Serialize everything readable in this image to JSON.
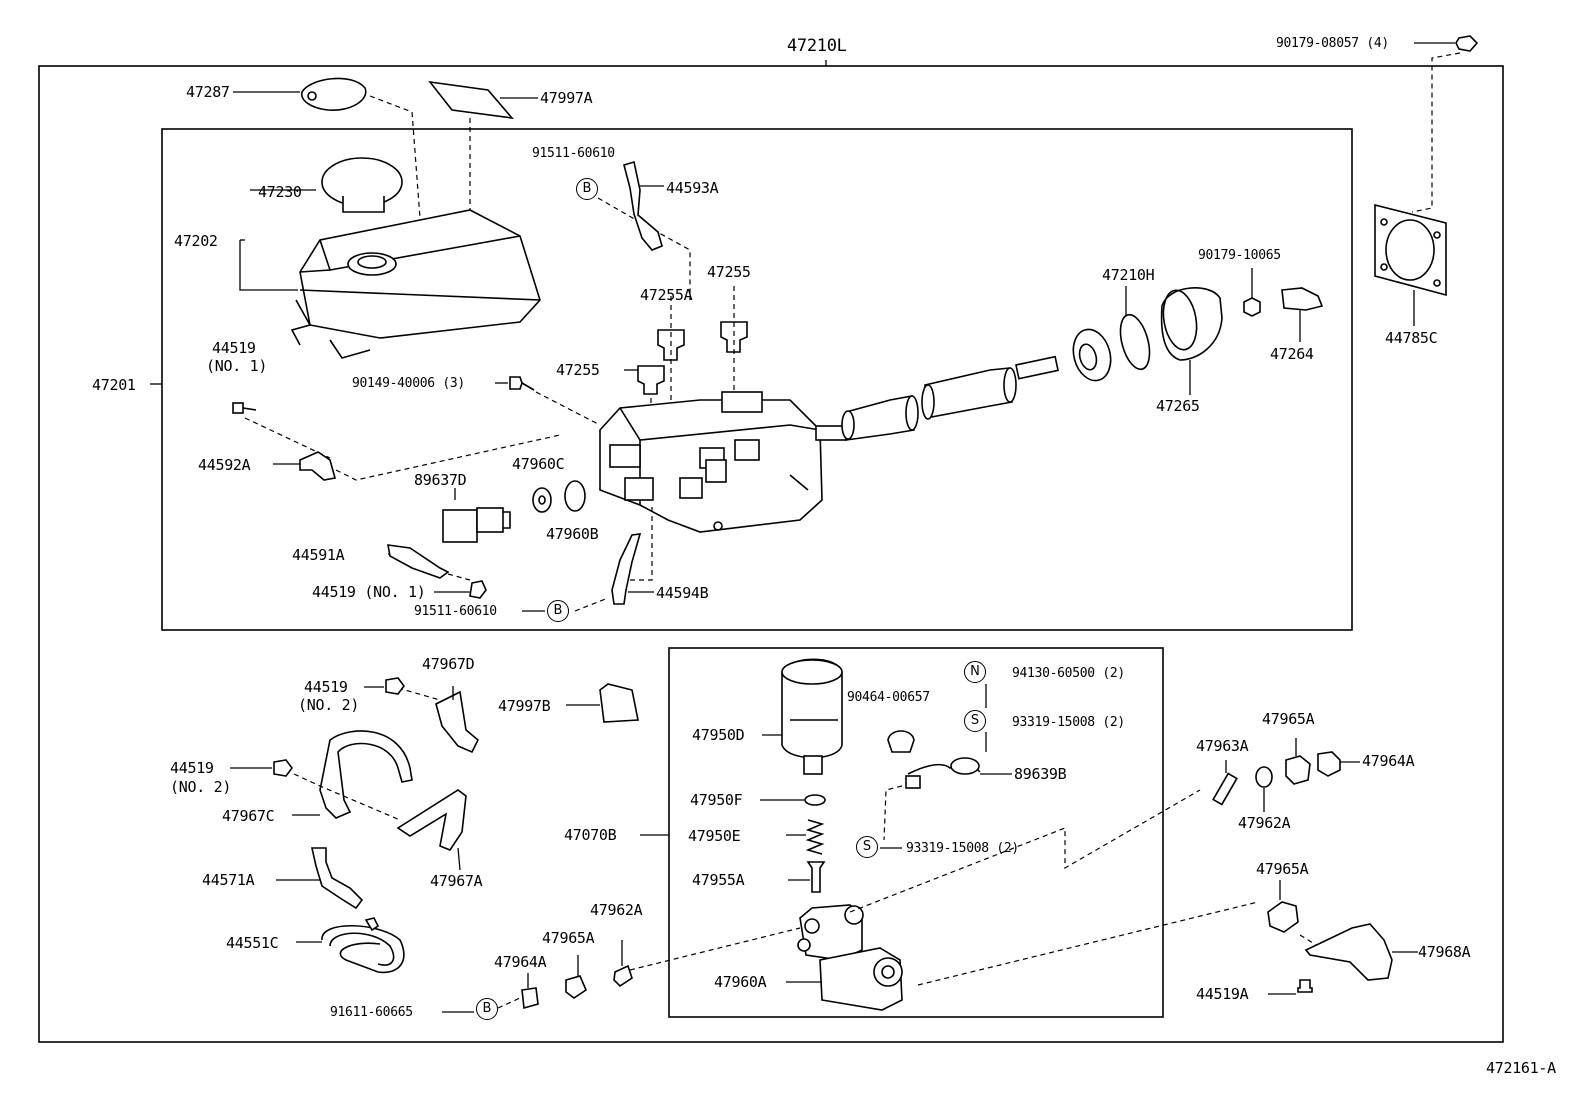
{
  "diagram": {
    "figure_code": "472161-A",
    "assembly_label": "47210L",
    "labels": {
      "l_90179_08057": "90179-08057 (4)",
      "l_47287": "47287",
      "l_47997A": "47997A",
      "l_91511_60610_top": "91511-60610",
      "l_44593A": "44593A",
      "l_47230": "47230",
      "l_47202": "47202",
      "l_47255": "47255",
      "l_47255A": "47255A",
      "l_47210H": "47210H",
      "l_90179_10065": "90179-10065",
      "l_44785C": "44785C",
      "l_44519_a": "44519",
      "l_no1_a": "(NO. 1)",
      "l_47264": "47264",
      "l_47201": "47201",
      "l_90149_40006": "90149-40006 (3)",
      "l_47255_b": "47255",
      "l_47265": "47265",
      "l_44592A": "44592A",
      "l_47960C": "47960C",
      "l_89637D": "89637D",
      "l_47960B": "47960B",
      "l_44591A": "44591A",
      "l_44519_no1": "44519 (NO. 1)",
      "l_44594B": "44594B",
      "l_91511_60610_bot": "91511-60610",
      "l_47967D": "47967D",
      "l_44519_b": "44519",
      "l_no2_b": "(NO. 2)",
      "l_47997B": "47997B",
      "l_47950D": "47950D",
      "l_90464_00657": "90464-00657",
      "l_94130_60500": "94130-60500 (2)",
      "l_93319_15008_a": "93319-15008 (2)",
      "l_44519_c": "44519",
      "l_no2_c": "(NO. 2)",
      "l_47967C": "47967C",
      "l_47950F": "47950F",
      "l_89639B": "89639B",
      "l_47963A": "47963A",
      "l_47965A_a": "47965A",
      "l_47964A_a": "47964A",
      "l_47962A_a": "47962A",
      "l_47070B": "47070B",
      "l_47950E": "47950E",
      "l_93319_15008_b": "93319-15008 (2)",
      "l_44571A": "44571A",
      "l_47967A": "47967A",
      "l_47955A": "47955A",
      "l_47965A_b": "47965A",
      "l_47962A_b": "47962A",
      "l_44551C": "44551C",
      "l_47965A_c": "47965A",
      "l_47964A_b": "47964A",
      "l_47960A": "47960A",
      "l_47968A": "47968A",
      "l_44519A": "44519A",
      "l_91611_60665": "91611-60665"
    },
    "callouts": {
      "b1": "B",
      "b2": "B",
      "b3": "B",
      "n1": "N",
      "s1": "S",
      "s2": "S"
    }
  }
}
